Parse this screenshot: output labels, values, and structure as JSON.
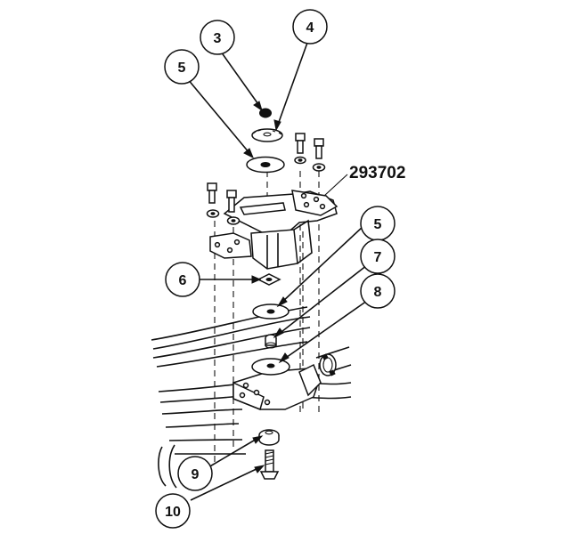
{
  "part_number": "293702",
  "callouts": [
    {
      "id": "callout-3",
      "label": "3"
    },
    {
      "id": "callout-4",
      "label": "4"
    },
    {
      "id": "callout-5-top",
      "label": "5"
    },
    {
      "id": "callout-5-mid",
      "label": "5"
    },
    {
      "id": "callout-6",
      "label": "6"
    },
    {
      "id": "callout-7",
      "label": "7"
    },
    {
      "id": "callout-8",
      "label": "8"
    },
    {
      "id": "callout-9",
      "label": "9"
    },
    {
      "id": "callout-10",
      "label": "10"
    }
  ]
}
